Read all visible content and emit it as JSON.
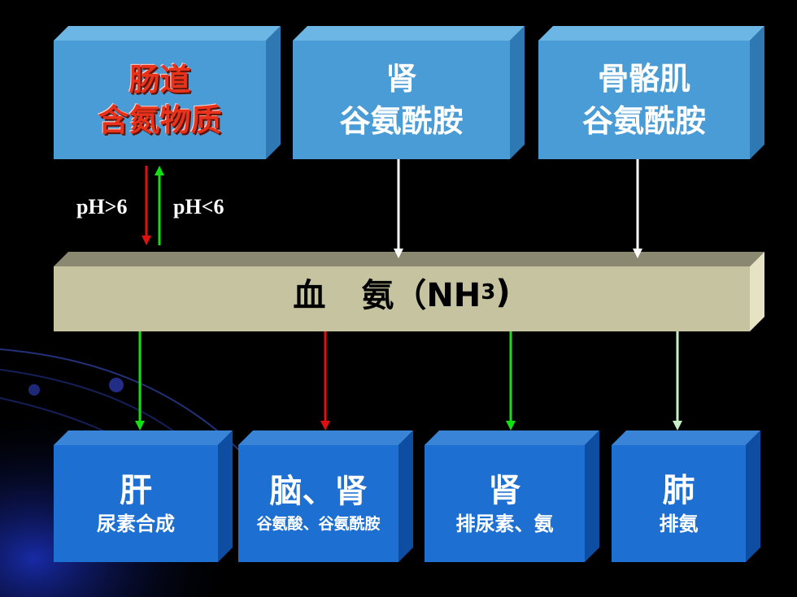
{
  "top": {
    "intestine": {
      "line1": "肠道",
      "line2": "含氮物质"
    },
    "kidney": {
      "line1": "肾",
      "line2": "谷氨酰胺"
    },
    "muscle": {
      "line1": "骨骼肌",
      "line2": "谷氨酰胺"
    }
  },
  "ph": {
    "down": "pH>6",
    "up": "pH<6"
  },
  "blood": {
    "text1": "血",
    "text2": "氨（NH",
    "sub": "3",
    "close": ")"
  },
  "bottom": {
    "liver": {
      "line1": "肝",
      "line2": "尿素合成"
    },
    "brain": {
      "line1": "脑、肾",
      "line2": "谷氨酸、谷氨酰胺"
    },
    "kidney": {
      "line1": "肾",
      "line2": "排尿素、氨"
    },
    "lung": {
      "line1": "肺",
      "line2": "排氨"
    }
  },
  "colors": {
    "top_box": "#4a9cd6",
    "bottom_box": "#1d6fd1",
    "bar": "#c6c3a0",
    "arrow_red": "#e01010",
    "arrow_green": "#12e012",
    "arrow_white": "#ffffff",
    "arrow_pale_green": "#c8f0c8"
  }
}
